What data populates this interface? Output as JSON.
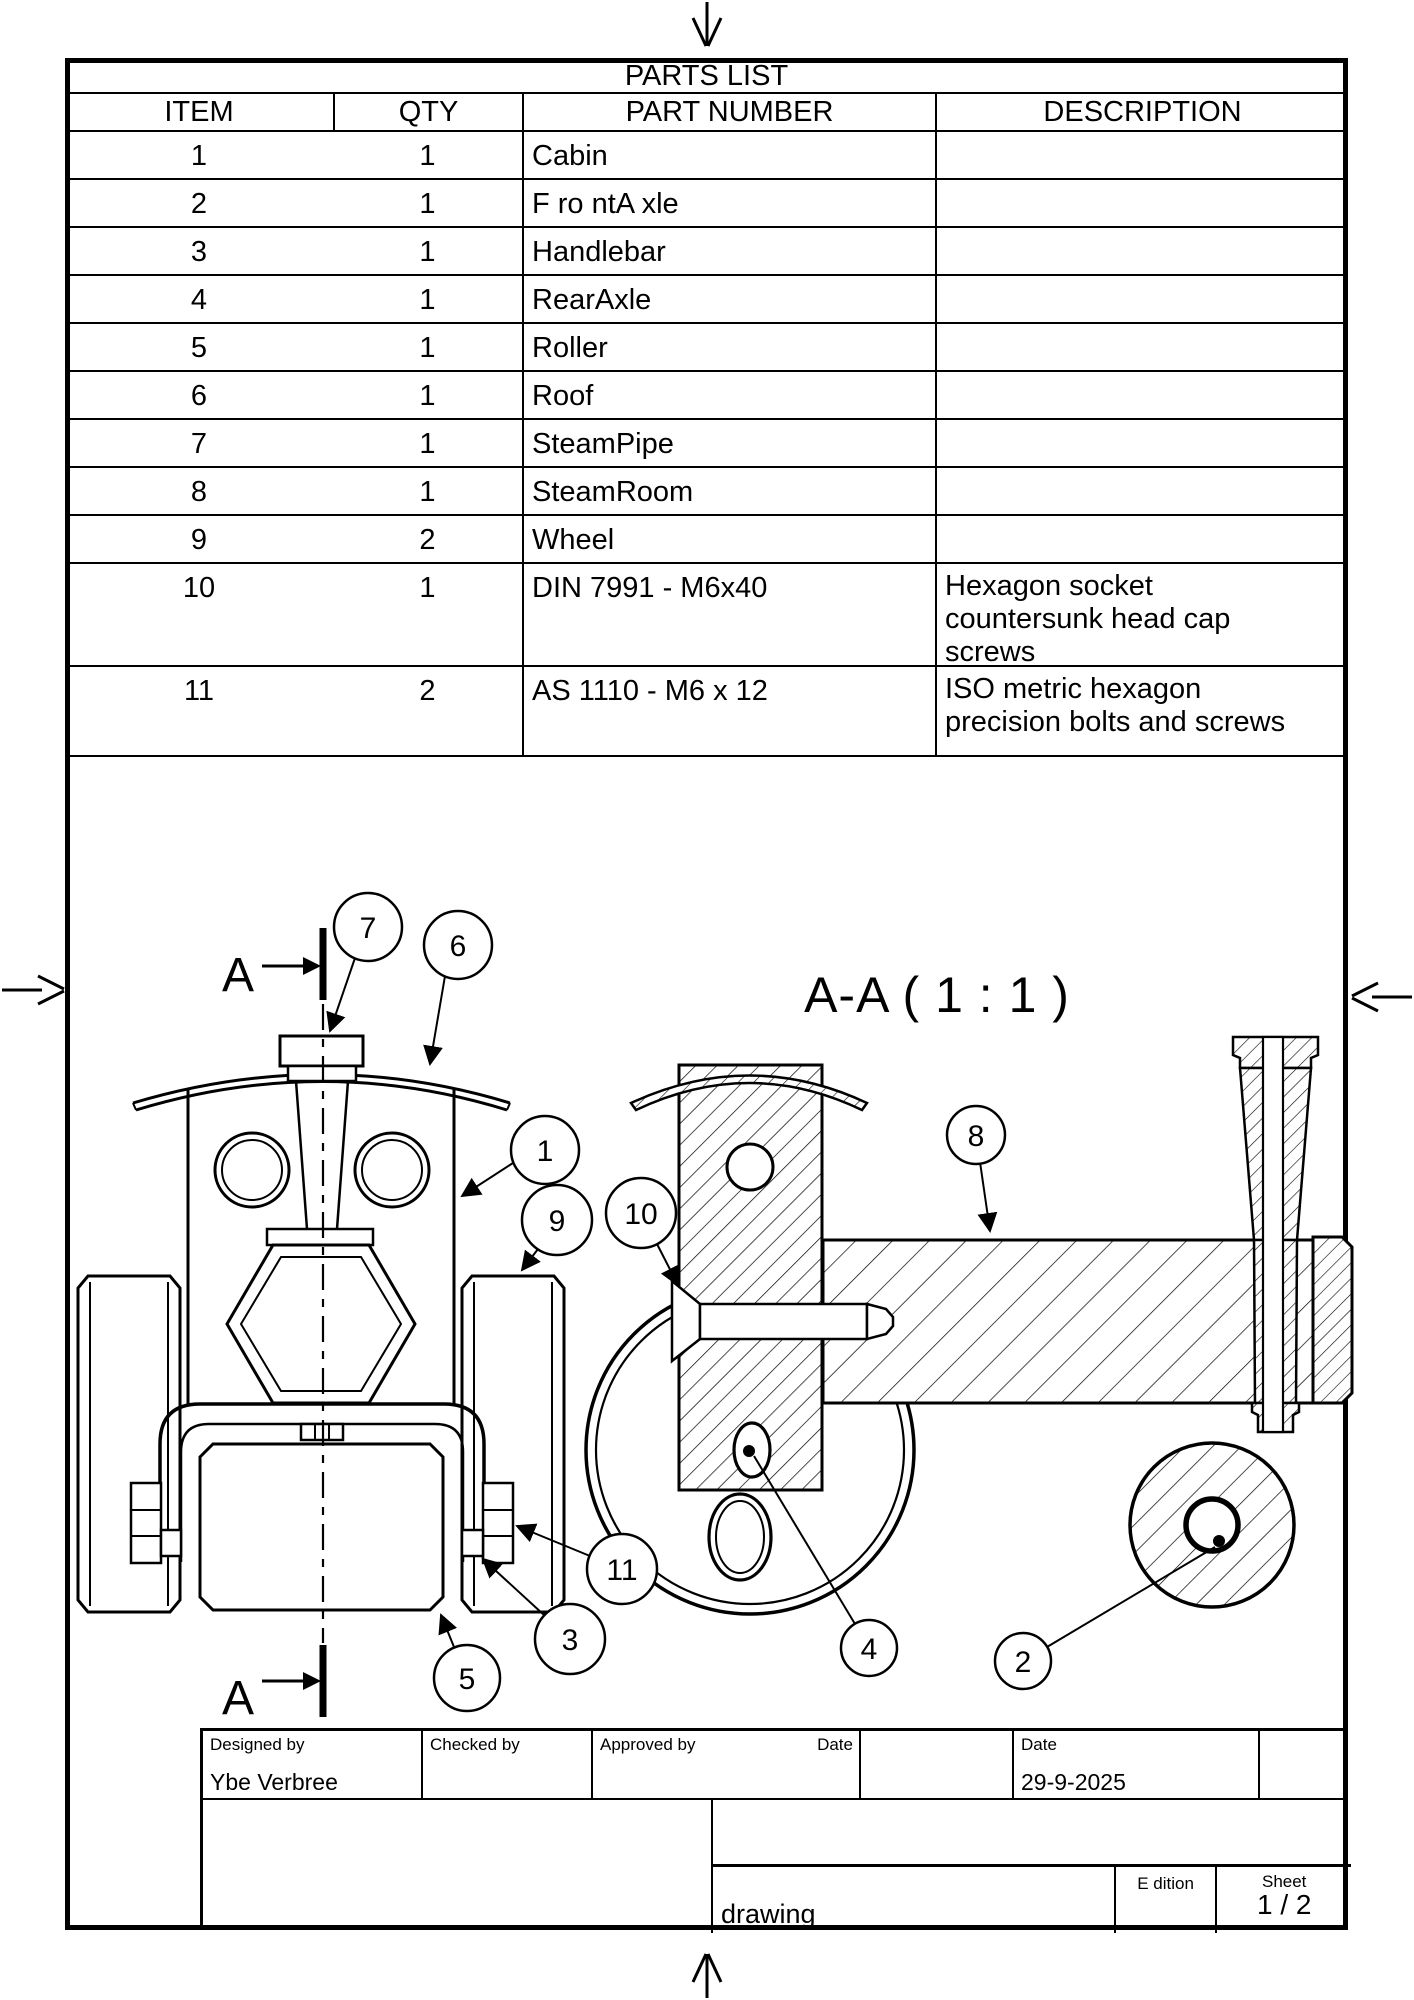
{
  "parts_list": {
    "title": "PARTS LIST",
    "headers": [
      "ITEM",
      "QTY",
      "PART NUMBER",
      "DESCRIPTION"
    ],
    "rows": [
      {
        "item": "1",
        "qty": "1",
        "part": "Cabin",
        "desc": []
      },
      {
        "item": "2",
        "qty": "1",
        "part": "F ro ntA xle",
        "desc": []
      },
      {
        "item": "3",
        "qty": "1",
        "part": "Handlebar",
        "desc": []
      },
      {
        "item": "4",
        "qty": "1",
        "part": "RearAxle",
        "desc": []
      },
      {
        "item": "5",
        "qty": "1",
        "part": "Roller",
        "desc": []
      },
      {
        "item": "6",
        "qty": "1",
        "part": "Roof",
        "desc": []
      },
      {
        "item": "7",
        "qty": "1",
        "part": "SteamPipe",
        "desc": []
      },
      {
        "item": "8",
        "qty": "1",
        "part": "SteamRoom",
        "desc": []
      },
      {
        "item": "9",
        "qty": "2",
        "part": "Wheel",
        "desc": []
      },
      {
        "item": "10",
        "qty": "1",
        "part": "DIN 7991 - M6x40",
        "desc": [
          "Hexagon socket",
          "countersunk head cap",
          "screws"
        ]
      },
      {
        "item": "11",
        "qty": "2",
        "part": "AS 1110 - M6 x 12",
        "desc": [
          "ISO metric hexagon",
          "precision bolts and screws"
        ]
      }
    ]
  },
  "drawing": {
    "section_label": "A-A ( 1 : 1 )",
    "section_letter": "A",
    "balloons": [
      "7",
      "6",
      "1",
      "9",
      "10",
      "8",
      "11",
      "3",
      "5",
      "4",
      "2"
    ]
  },
  "title_block": {
    "designed_by_label": "Designed by",
    "designed_by_value": "Ybe Verbree",
    "checked_by_label": "Checked by",
    "approved_by_label": "Approved by",
    "date_label_1": "Date",
    "date_label_2": "Date",
    "date_value": "29-9-2025",
    "drawing_name": "drawing",
    "edition_label": "E dition",
    "sheet_label": "Sheet",
    "sheet_value": "1 / 2"
  },
  "colors": {
    "line": "#000000",
    "paper": "#ffffff"
  }
}
